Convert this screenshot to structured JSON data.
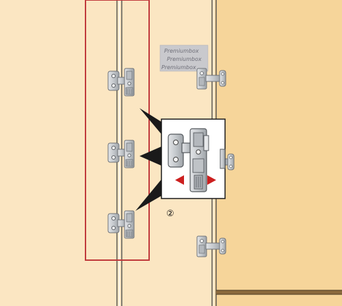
{
  "diagram": {
    "step_number": "②",
    "sticker_text": [
      "Premiumbox",
      "Premiumbox",
      "Premiumbox"
    ],
    "colors": {
      "background": "#fbe6c2",
      "door_panel": "#f6d59a",
      "highlight_frame": "#c0393b",
      "marker": "#cc1f1f",
      "metal": "#c9ccd0",
      "metal_dark": "#8d9196",
      "callout": "#1a1a1a"
    }
  }
}
